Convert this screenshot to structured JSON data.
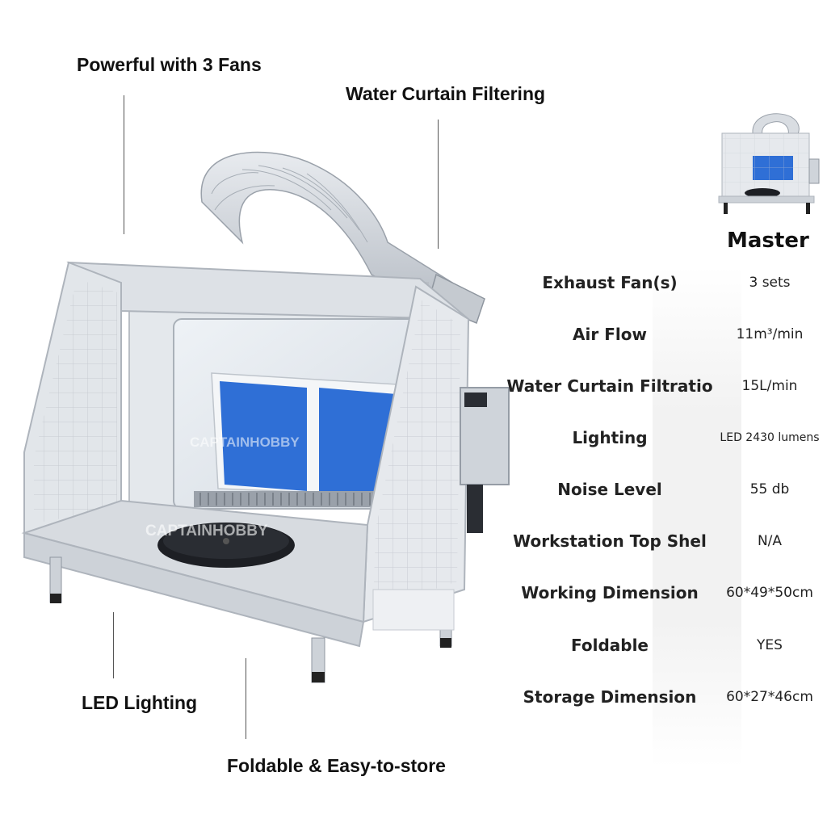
{
  "callouts": {
    "fans": "Powerful with 3 Fans",
    "water": "Water Curtain Filtering",
    "led": "LED Lighting",
    "foldable": "Foldable & Easy-to-store"
  },
  "watermark": "CAPTAINHOBBY",
  "specs": {
    "title": "Master",
    "rows": [
      {
        "label": "Exhaust Fan(s)",
        "value": "3 sets"
      },
      {
        "label": "Air Flow",
        "value": "11m³/min"
      },
      {
        "label": "Water Curtain Filtratio",
        "value": "15L/min"
      },
      {
        "label": "Lighting",
        "value": "LED 2430 lumens"
      },
      {
        "label": "Noise Level",
        "value": "55 db"
      },
      {
        "label": "Workstation Top Shel",
        "value": "N/A"
      },
      {
        "label": "Working Dimension",
        "value": "60*49*50cm"
      },
      {
        "label": "Foldable",
        "value": "YES"
      },
      {
        "label": "Storage Dimension",
        "value": "60*27*46cm"
      }
    ]
  },
  "colors": {
    "frame": "#d9dde2",
    "frame_edge": "#b9bec5",
    "filter_blue": "#2f6fd6",
    "turntable": "#1d1f24",
    "text": "#111111"
  }
}
